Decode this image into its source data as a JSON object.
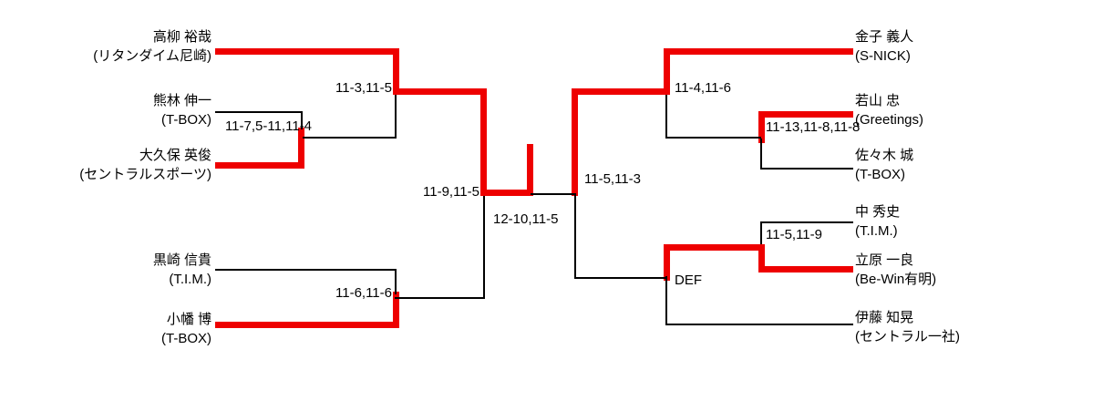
{
  "tournament": {
    "left_half": {
      "players": [
        {
          "name": "高柳 裕哉",
          "club": "(リタンダイム尼崎)"
        },
        {
          "name": "熊林 伸一",
          "club": "(T-BOX)"
        },
        {
          "name": "大久保 英俊",
          "club": "(セントラルスポーツ)"
        },
        {
          "name": "黒崎 信貴",
          "club": "(T.I.M.)"
        },
        {
          "name": "小幡 博",
          "club": "(T-BOX)"
        }
      ],
      "scores": {
        "r1_lower": "11-7,5-11,11-4",
        "qf_upper": "11-3,11-5",
        "qf_lower": "11-6,11-6",
        "semifinal": "11-9,11-5"
      }
    },
    "right_half": {
      "players": [
        {
          "name": "金子 義人",
          "club": "(S-NICK)"
        },
        {
          "name": "若山 忠",
          "club": "(Greetings)"
        },
        {
          "name": "佐々木 城",
          "club": "(T-BOX)"
        },
        {
          "name": "中 秀史",
          "club": "(T.I.M.)"
        },
        {
          "name": "立原 一良",
          "club": "(Be-Win有明)"
        },
        {
          "name": "伊藤 知晃",
          "club": "(セントラル一社)"
        }
      ],
      "scores": {
        "r1_upper": "11-13,11-8,11-8",
        "qf_upper": "11-4,11-6",
        "r1_lower": "11-5,11-9",
        "qf_lower": "DEF",
        "semifinal": "11-5,11-3"
      }
    },
    "final": {
      "score": "12-10,11-5"
    },
    "colors": {
      "winner_path": "#ee0000",
      "line": "#000000",
      "text": "#000000",
      "background": "#ffffff"
    }
  }
}
